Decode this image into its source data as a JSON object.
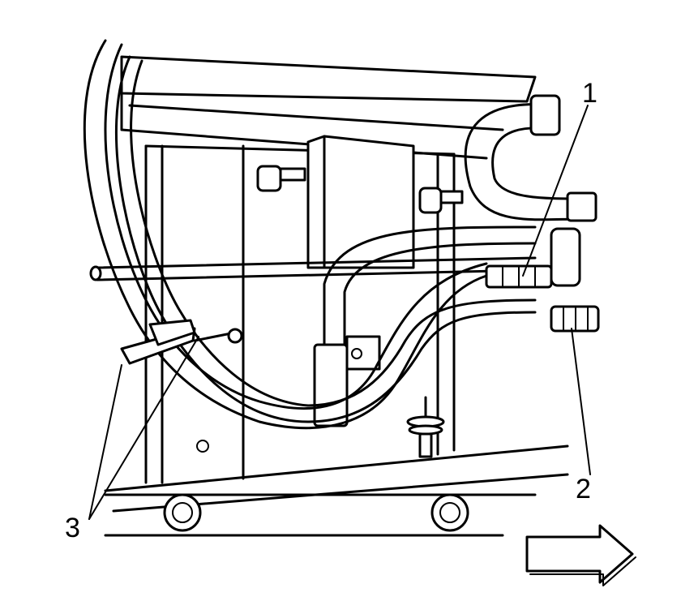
{
  "callouts": {
    "one": "1",
    "two": "2",
    "three": "3"
  },
  "colors": {
    "line": "#000000",
    "background": "#ffffff"
  },
  "icons": {
    "direction": "arrow-right-icon"
  }
}
